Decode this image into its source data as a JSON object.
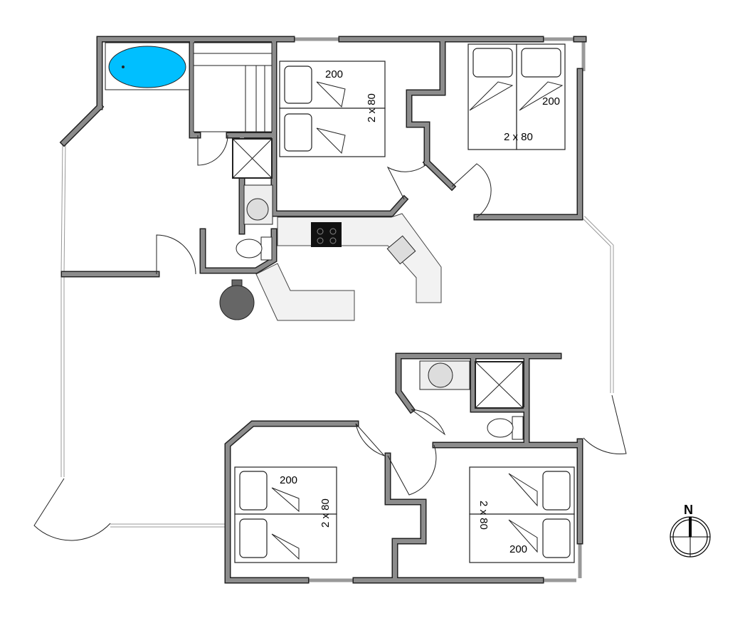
{
  "plan": {
    "compass_label": "N",
    "bedrooms": [
      {
        "name": "bedroom-north-center",
        "length": "200",
        "size": "2 x 80"
      },
      {
        "name": "bedroom-north-east",
        "length": "200",
        "size": "2 x 80"
      },
      {
        "name": "bedroom-south-west",
        "length": "200",
        "size": "2 x 80"
      },
      {
        "name": "bedroom-south-east",
        "length": "200",
        "size": "2 x 80"
      }
    ],
    "colors": {
      "wall": "#8c8c8c",
      "bathtub": "#00bfff",
      "table": "#666666"
    }
  }
}
